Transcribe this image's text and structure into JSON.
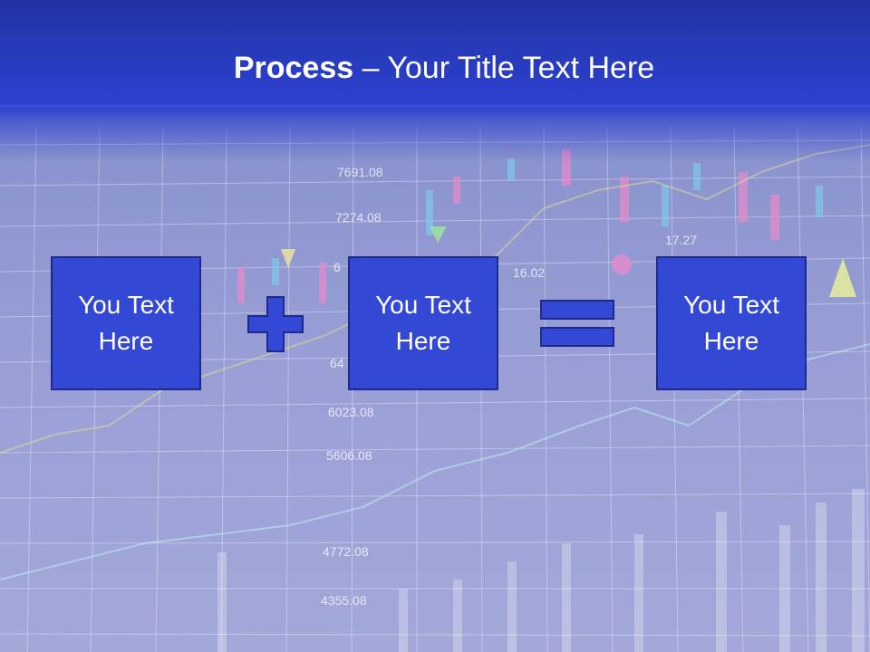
{
  "title": {
    "bold": "Process",
    "rest": " – Your Title Text Here"
  },
  "boxes": [
    {
      "label": "You Text Here"
    },
    {
      "label": "You Text Here"
    },
    {
      "label": "You Text Here"
    }
  ],
  "background_numbers": [
    "7691.08",
    "7274.08",
    "6023.08",
    "5606.08",
    "4772.08",
    "4355.08",
    "16.02",
    "17.27",
    "64",
    "6"
  ],
  "colors": {
    "header": "#2a3ec8",
    "box_fill": "#3448d6",
    "box_border": "#1d2a8a",
    "background": "#8e96d0"
  }
}
